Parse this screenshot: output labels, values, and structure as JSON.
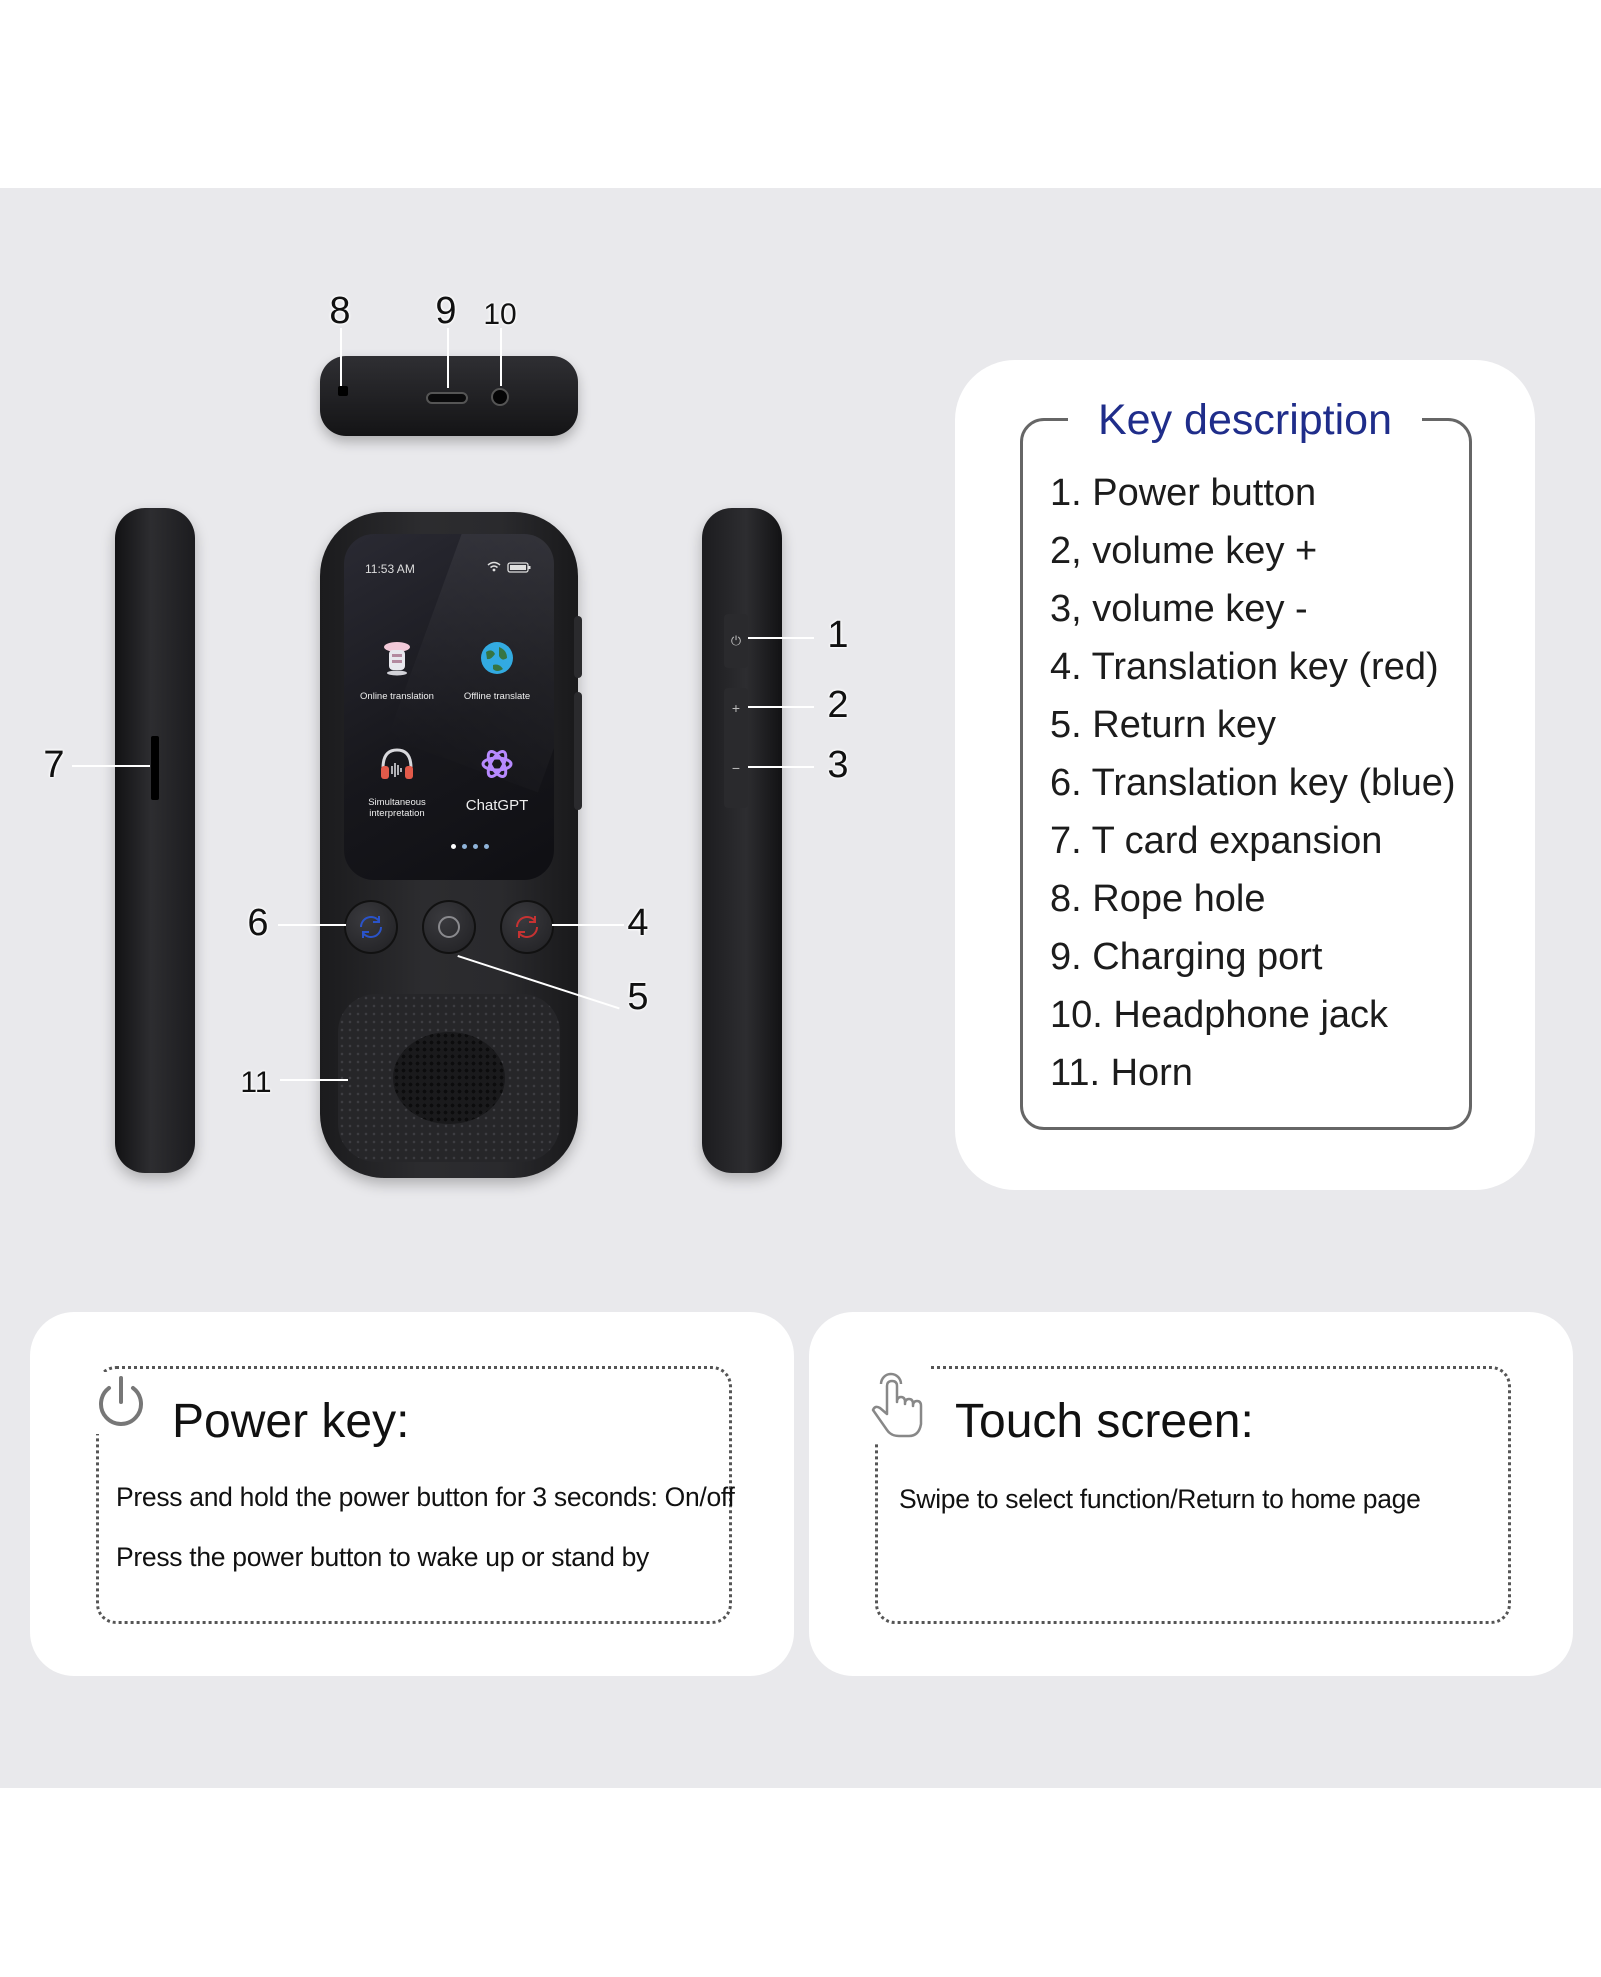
{
  "callouts": [
    "1",
    "2",
    "3",
    "4",
    "5",
    "6",
    "7",
    "8",
    "9",
    "10",
    "11"
  ],
  "screen": {
    "time": "11:53 AM",
    "apps": [
      {
        "label": "Online translation"
      },
      {
        "label": "Offline translate"
      },
      {
        "label": "Simultaneous interpretation"
      },
      {
        "label": "ChatGPT"
      }
    ]
  },
  "key_description": {
    "title": "Key description",
    "items": [
      "1. Power button",
      "2, volume key +",
      "3, volume key -",
      "4. Translation key (red)",
      "5. Return key",
      "6. Translation key (blue)",
      "7. T card expansion",
      "8. Rope hole",
      "9. Charging port",
      "10. Headphone jack",
      "11. Horn"
    ]
  },
  "power_key": {
    "title": "Power key:",
    "lines": [
      "Press and hold the power button for 3 seconds: On/off",
      "Press the power button to wake up or stand by"
    ],
    "icon": "power-icon"
  },
  "touch_screen": {
    "title": "Touch screen:",
    "lines": [
      "Swipe to select function/Return to home page"
    ],
    "icon": "touch-hand-icon"
  },
  "colors": {
    "band": "#e9e9ec",
    "title_blue": "#1f2d8a",
    "device": "#2a2a2d"
  }
}
